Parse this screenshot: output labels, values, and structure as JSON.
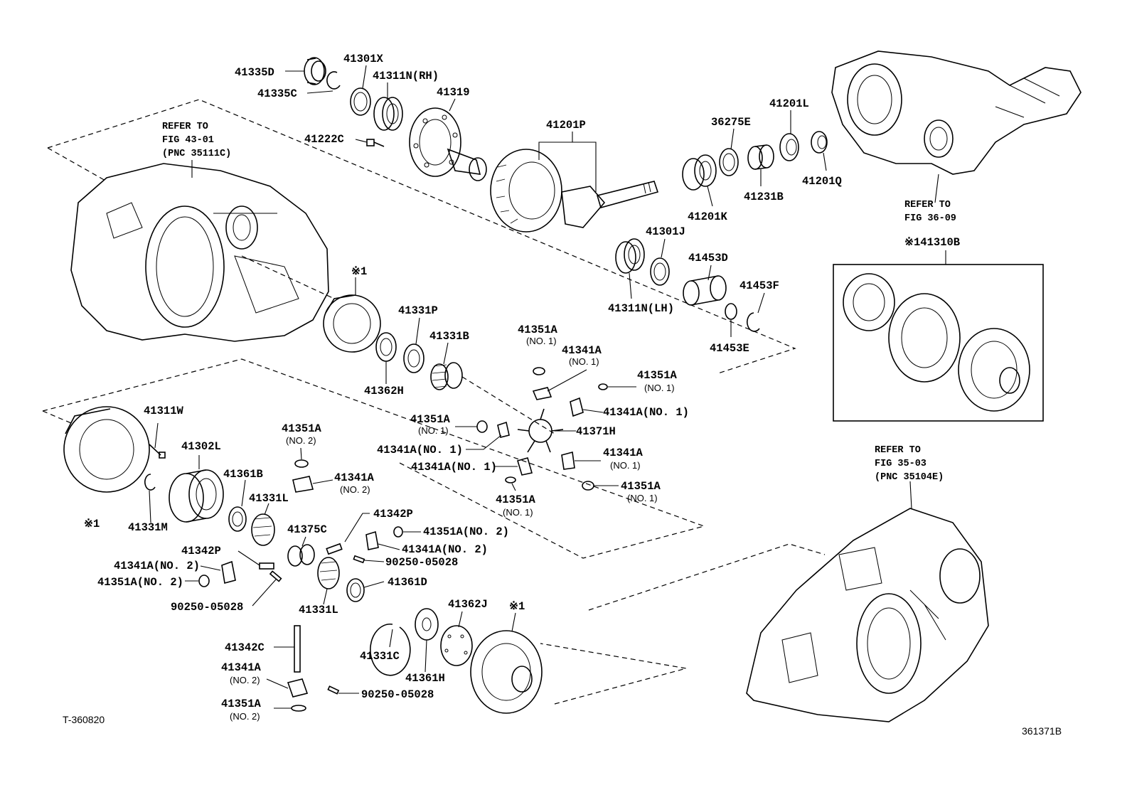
{
  "diagram_id_left": "T-360820",
  "diagram_id_right": "361371B",
  "callouts": {
    "p41335D": "41335D",
    "p41301X": "41301X",
    "p41311N_RH": "41311N(RH)",
    "p41335C": "41335C",
    "p41319": "41319",
    "p41222C": "41222C",
    "p41201P": "41201P",
    "p36275E": "36275E",
    "p41201L": "41201L",
    "p41231B": "41231B",
    "p41201Q": "41201Q",
    "p41201K": "41201K",
    "p41301J": "41301J",
    "p41453D": "41453D",
    "p41453F": "41453F",
    "p41311N_LH": "41311N(LH)",
    "p41453E": "41453E",
    "p41310B": "※141310B",
    "mark1_top": "※1",
    "p41331P": "41331P",
    "p41331B": "41331B",
    "p41362H": "41362H",
    "p41351A_a": "41351A",
    "p41351A_a_sub": "(NO. 1)",
    "p41341A_a": "41341A",
    "p41341A_a_sub": "(NO. 1)",
    "p41351A_b": "41351A",
    "p41351A_b_sub": "(NO. 1)",
    "p41341A_b": "41341A(NO. 1)",
    "p41351A_c": "41351A",
    "p41351A_c_sub": "(NO. 1)",
    "p41371H": "41371H",
    "p41341A_c": "41341A(NO. 1)",
    "p41341A_d": "41341A(NO. 1)",
    "p41341A_e": "41341A",
    "p41341A_e_sub": "(NO. 1)",
    "p41351A_d": "41351A",
    "p41351A_d_sub": "(NO. 1)",
    "p41351A_e": "41351A",
    "p41351A_e_sub": "(NO. 1)",
    "p41311W": "41311W",
    "p41302L": "41302L",
    "p41351A_f": "41351A",
    "p41351A_f_sub": "(NO. 2)",
    "p41361B": "41361B",
    "p41341A_f": "41341A",
    "p41341A_f_sub": "(NO. 2)",
    "p41331L_a": "41331L",
    "mark1_left": "※1",
    "p41331M": "41331M",
    "p41342P_a": "41342P",
    "p41375C": "41375C",
    "p41351A_g": "41351A(NO. 2)",
    "p41341A_g": "41341A(NO. 2)",
    "p41342P_b": "41342P",
    "p90250_a": "90250-05028",
    "p41341A_h": "41341A(NO. 2)",
    "p41351A_h": "41351A(NO. 2)",
    "p41361D": "41361D",
    "p90250_b": "90250-05028",
    "p41331L_b": "41331L",
    "p41362J": "41362J",
    "mark1_bottom": "※1",
    "p41342C": "41342C",
    "p41331C": "41331C",
    "p41361H": "41361H",
    "p41341A_i": "41341A",
    "p41341A_i_sub": "(NO. 2)",
    "p90250_c": "90250-05028",
    "p41351A_i": "41351A",
    "p41351A_i_sub": "(NO. 2)"
  },
  "references": {
    "fig4301_a": "REFER TO",
    "fig4301_b": "FIG 43-01",
    "fig4301_c": "(PNC 35111C)",
    "fig3609_a": "REFER TO",
    "fig3609_b": "FIG 36-09",
    "fig3503_a": "REFER TO",
    "fig3503_b": "FIG 35-03",
    "fig3503_c": "(PNC 35104E)"
  }
}
